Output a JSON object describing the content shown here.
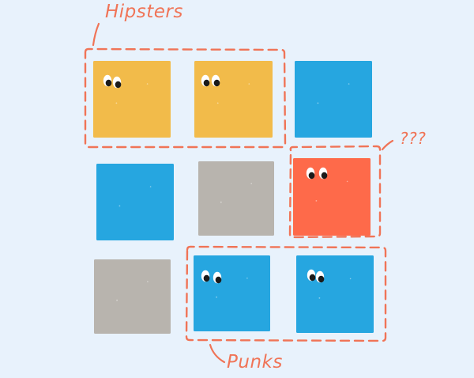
{
  "colors": {
    "background": "#e8f2fc",
    "annotation": "#f07457",
    "yellow": "#f2bb4a",
    "blue": "#26a6e0",
    "gray": "#b8b4ae",
    "red": "#fe6a4a",
    "eye": "#ffffff",
    "pupil": "#1b1b1b"
  },
  "labels": {
    "hipsters": "Hipsters",
    "question": "???",
    "punks": "Punks"
  },
  "squares": [
    {
      "row": 1,
      "col": 1,
      "color": "yellow",
      "eyes": true
    },
    {
      "row": 1,
      "col": 2,
      "color": "yellow",
      "eyes": true
    },
    {
      "row": 1,
      "col": 3,
      "color": "blue",
      "eyes": false
    },
    {
      "row": 2,
      "col": 1,
      "color": "blue",
      "eyes": false
    },
    {
      "row": 2,
      "col": 2,
      "color": "gray",
      "eyes": false
    },
    {
      "row": 2,
      "col": 3,
      "color": "red",
      "eyes": true
    },
    {
      "row": 3,
      "col": 1,
      "color": "gray",
      "eyes": false
    },
    {
      "row": 3,
      "col": 2,
      "color": "blue",
      "eyes": true
    },
    {
      "row": 3,
      "col": 3,
      "color": "blue",
      "eyes": true
    }
  ],
  "groups": [
    {
      "name": "hipsters",
      "members": [
        1,
        2
      ]
    },
    {
      "name": "question",
      "members": [
        6
      ]
    },
    {
      "name": "punks",
      "members": [
        8,
        9
      ]
    }
  ]
}
